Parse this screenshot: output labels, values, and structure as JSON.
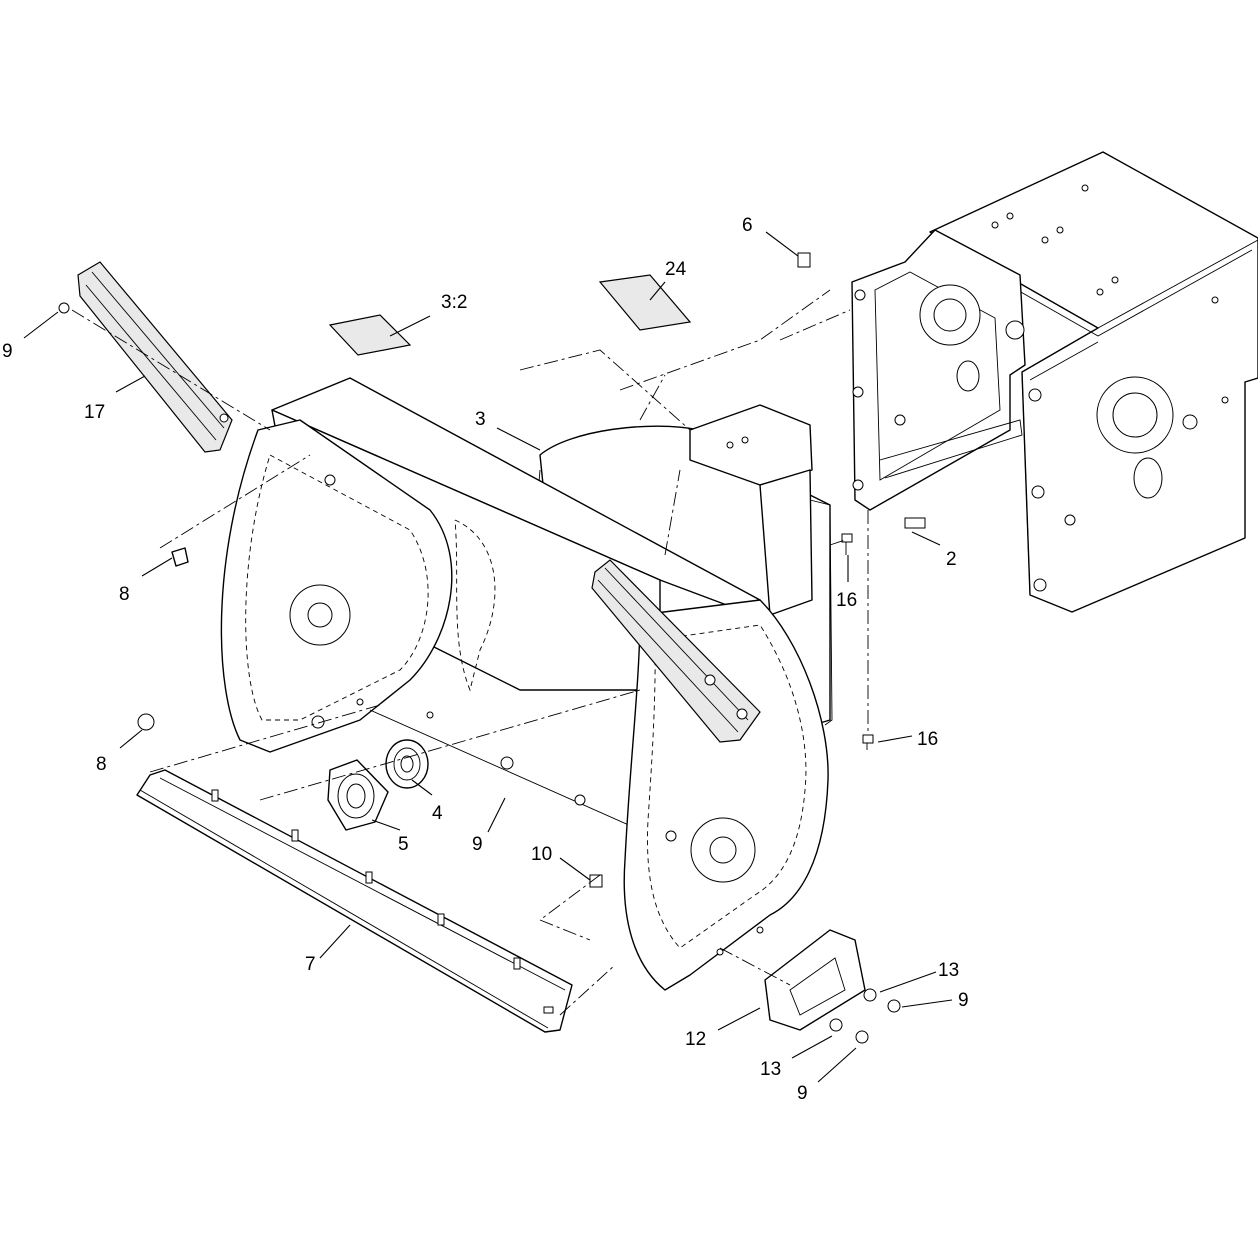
{
  "callouts": [
    {
      "id": "c-9-a",
      "label": "9"
    },
    {
      "id": "c-17",
      "label": "17"
    },
    {
      "id": "c-3-2",
      "label": "3:2"
    },
    {
      "id": "c-24",
      "label": "24"
    },
    {
      "id": "c-6",
      "label": "6"
    },
    {
      "id": "c-3",
      "label": "3"
    },
    {
      "id": "c-8-a",
      "label": "8"
    },
    {
      "id": "c-2",
      "label": "2"
    },
    {
      "id": "c-16-a",
      "label": "16"
    },
    {
      "id": "c-16-b",
      "label": "16"
    },
    {
      "id": "c-8-b",
      "label": "8"
    },
    {
      "id": "c-4",
      "label": "4"
    },
    {
      "id": "c-5",
      "label": "5"
    },
    {
      "id": "c-9-b",
      "label": "9"
    },
    {
      "id": "c-10",
      "label": "10"
    },
    {
      "id": "c-7",
      "label": "7"
    },
    {
      "id": "c-13-a",
      "label": "13"
    },
    {
      "id": "c-9-c",
      "label": "9"
    },
    {
      "id": "c-12",
      "label": "12"
    },
    {
      "id": "c-13-b",
      "label": "13"
    },
    {
      "id": "c-9-d",
      "label": "9"
    }
  ]
}
